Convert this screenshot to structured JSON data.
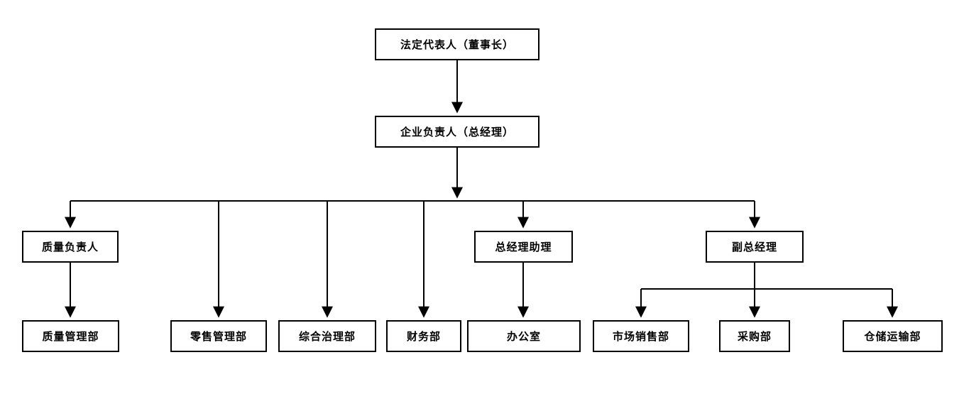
{
  "diagram": {
    "type": "org-chart",
    "line_color": "#000000",
    "box_border_color": "#000000",
    "background_color": "#ffffff",
    "nodes": {
      "chairman": "法定代表人（董事长）",
      "gm": "企业负责人（总经理）",
      "quality_head": "质量负责人",
      "quality_dept": "质量管理部",
      "retail_dept": "零售管理部",
      "governance_dept": "综合治理部",
      "finance_dept": "财务部",
      "gm_assistant": "总经理助理",
      "office": "办公室",
      "deputy_gm": "副总经理",
      "sales_dept": "市场销售部",
      "purchasing_dept": "采购部",
      "warehouse_dept": "仓储运输部"
    },
    "edges": [
      {
        "from": "chairman",
        "to": "gm"
      },
      {
        "from": "gm",
        "to": "quality_head"
      },
      {
        "from": "gm",
        "to": "retail_dept"
      },
      {
        "from": "gm",
        "to": "governance_dept"
      },
      {
        "from": "gm",
        "to": "finance_dept"
      },
      {
        "from": "gm",
        "to": "gm_assistant"
      },
      {
        "from": "gm",
        "to": "deputy_gm"
      },
      {
        "from": "quality_head",
        "to": "quality_dept"
      },
      {
        "from": "gm_assistant",
        "to": "office"
      },
      {
        "from": "deputy_gm",
        "to": "sales_dept"
      },
      {
        "from": "deputy_gm",
        "to": "purchasing_dept"
      },
      {
        "from": "deputy_gm",
        "to": "warehouse_dept"
      }
    ]
  }
}
